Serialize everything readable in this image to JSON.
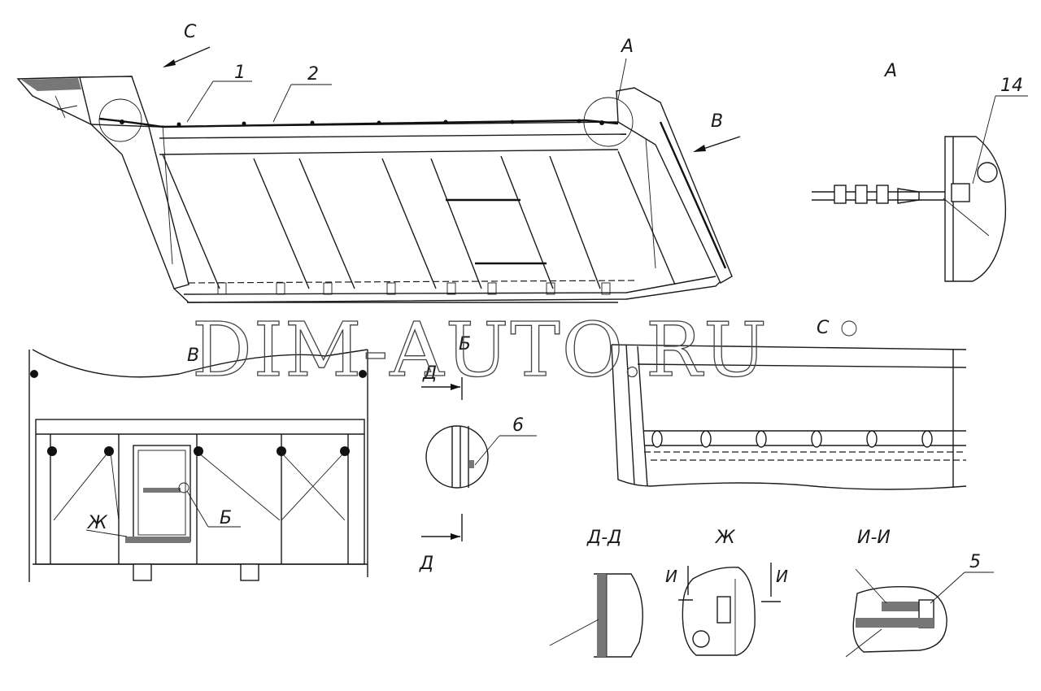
{
  "labels": {
    "view_c": "C",
    "pos_1": "1",
    "pos_2": "2",
    "callout_a": "A",
    "view_b_arrow": "B",
    "view_a_title": "A",
    "pos_14": "14",
    "view_b_title": "B",
    "view_b_callout": "Б",
    "pos_zh": "Ж",
    "pos_b_small": "Б",
    "section_d_top": "Д",
    "section_d_bottom": "Д",
    "pos_6": "6",
    "view_c_title": "C",
    "section_dd_title": "Д-Д",
    "view_zh_title": "Ж",
    "section_i_left": "И",
    "section_i_right": "И",
    "section_ii_title": "И-И",
    "pos_5": "5"
  },
  "watermark": "DIM-AUTO.RU"
}
